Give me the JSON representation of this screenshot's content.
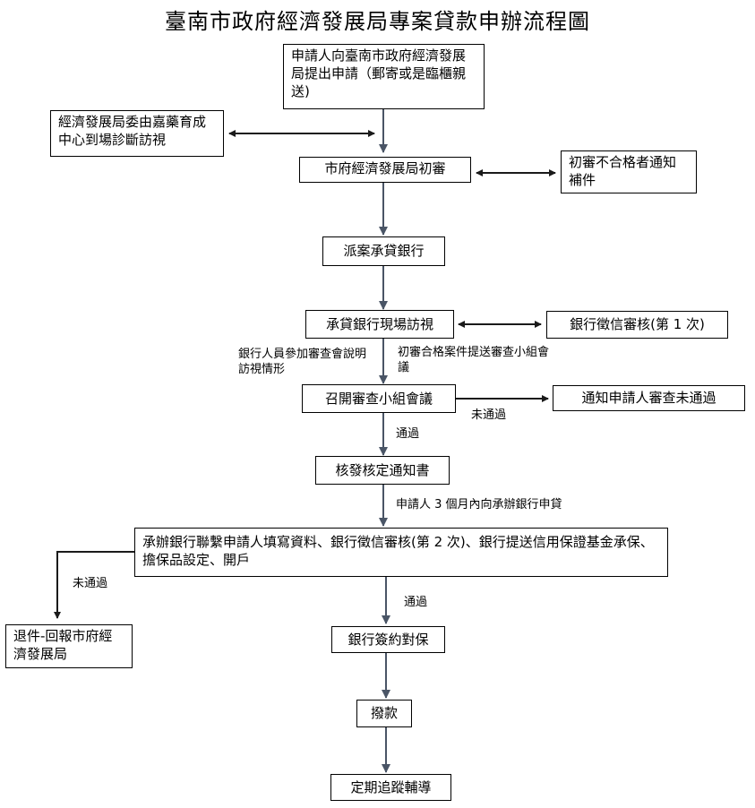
{
  "title": "臺南市政府經濟發展局專案貸款申辦流程圖",
  "nodes": {
    "apply": "申請人向臺南市政府經濟發展局提出申請（郵寄或是臨櫃親送)",
    "incubation_visit": "經濟發展局委由嘉藥育成中心到場診斷訪視",
    "initial_review": "市府經濟發展局初審",
    "supplement": "初審不合格者通知補件",
    "assign_bank": "派案承貸銀行",
    "bank_visit": "承貸銀行現場訪視",
    "credit_check_1": "銀行徵信審核(第 1 次)",
    "committee": "召開審查小組會議",
    "notify_fail": "通知申請人審查未通過",
    "approval_letter": "核發核定通知書",
    "bank_process": "承辦銀行聯繫申請人填寫資料、銀行徵信審核(第 2 次)、銀行提送信用保證基金承保、擔保品設定、開戶",
    "return_report": "退件-回報市府經濟發展局",
    "sign": "銀行簽約對保",
    "disburse": "撥款",
    "follow_up": "定期追蹤輔導"
  },
  "labels": {
    "bank_staff_note": "銀行人員參加審查會說明訪視情形",
    "submit_committee": "初審合格案件提送審查小組會議",
    "not_passed_1": "未通過",
    "passed_1": "通過",
    "within_3_months": "申請人 3 個月內向承辦銀行申貸",
    "not_passed_2": "未通過",
    "passed_2": "通過"
  }
}
